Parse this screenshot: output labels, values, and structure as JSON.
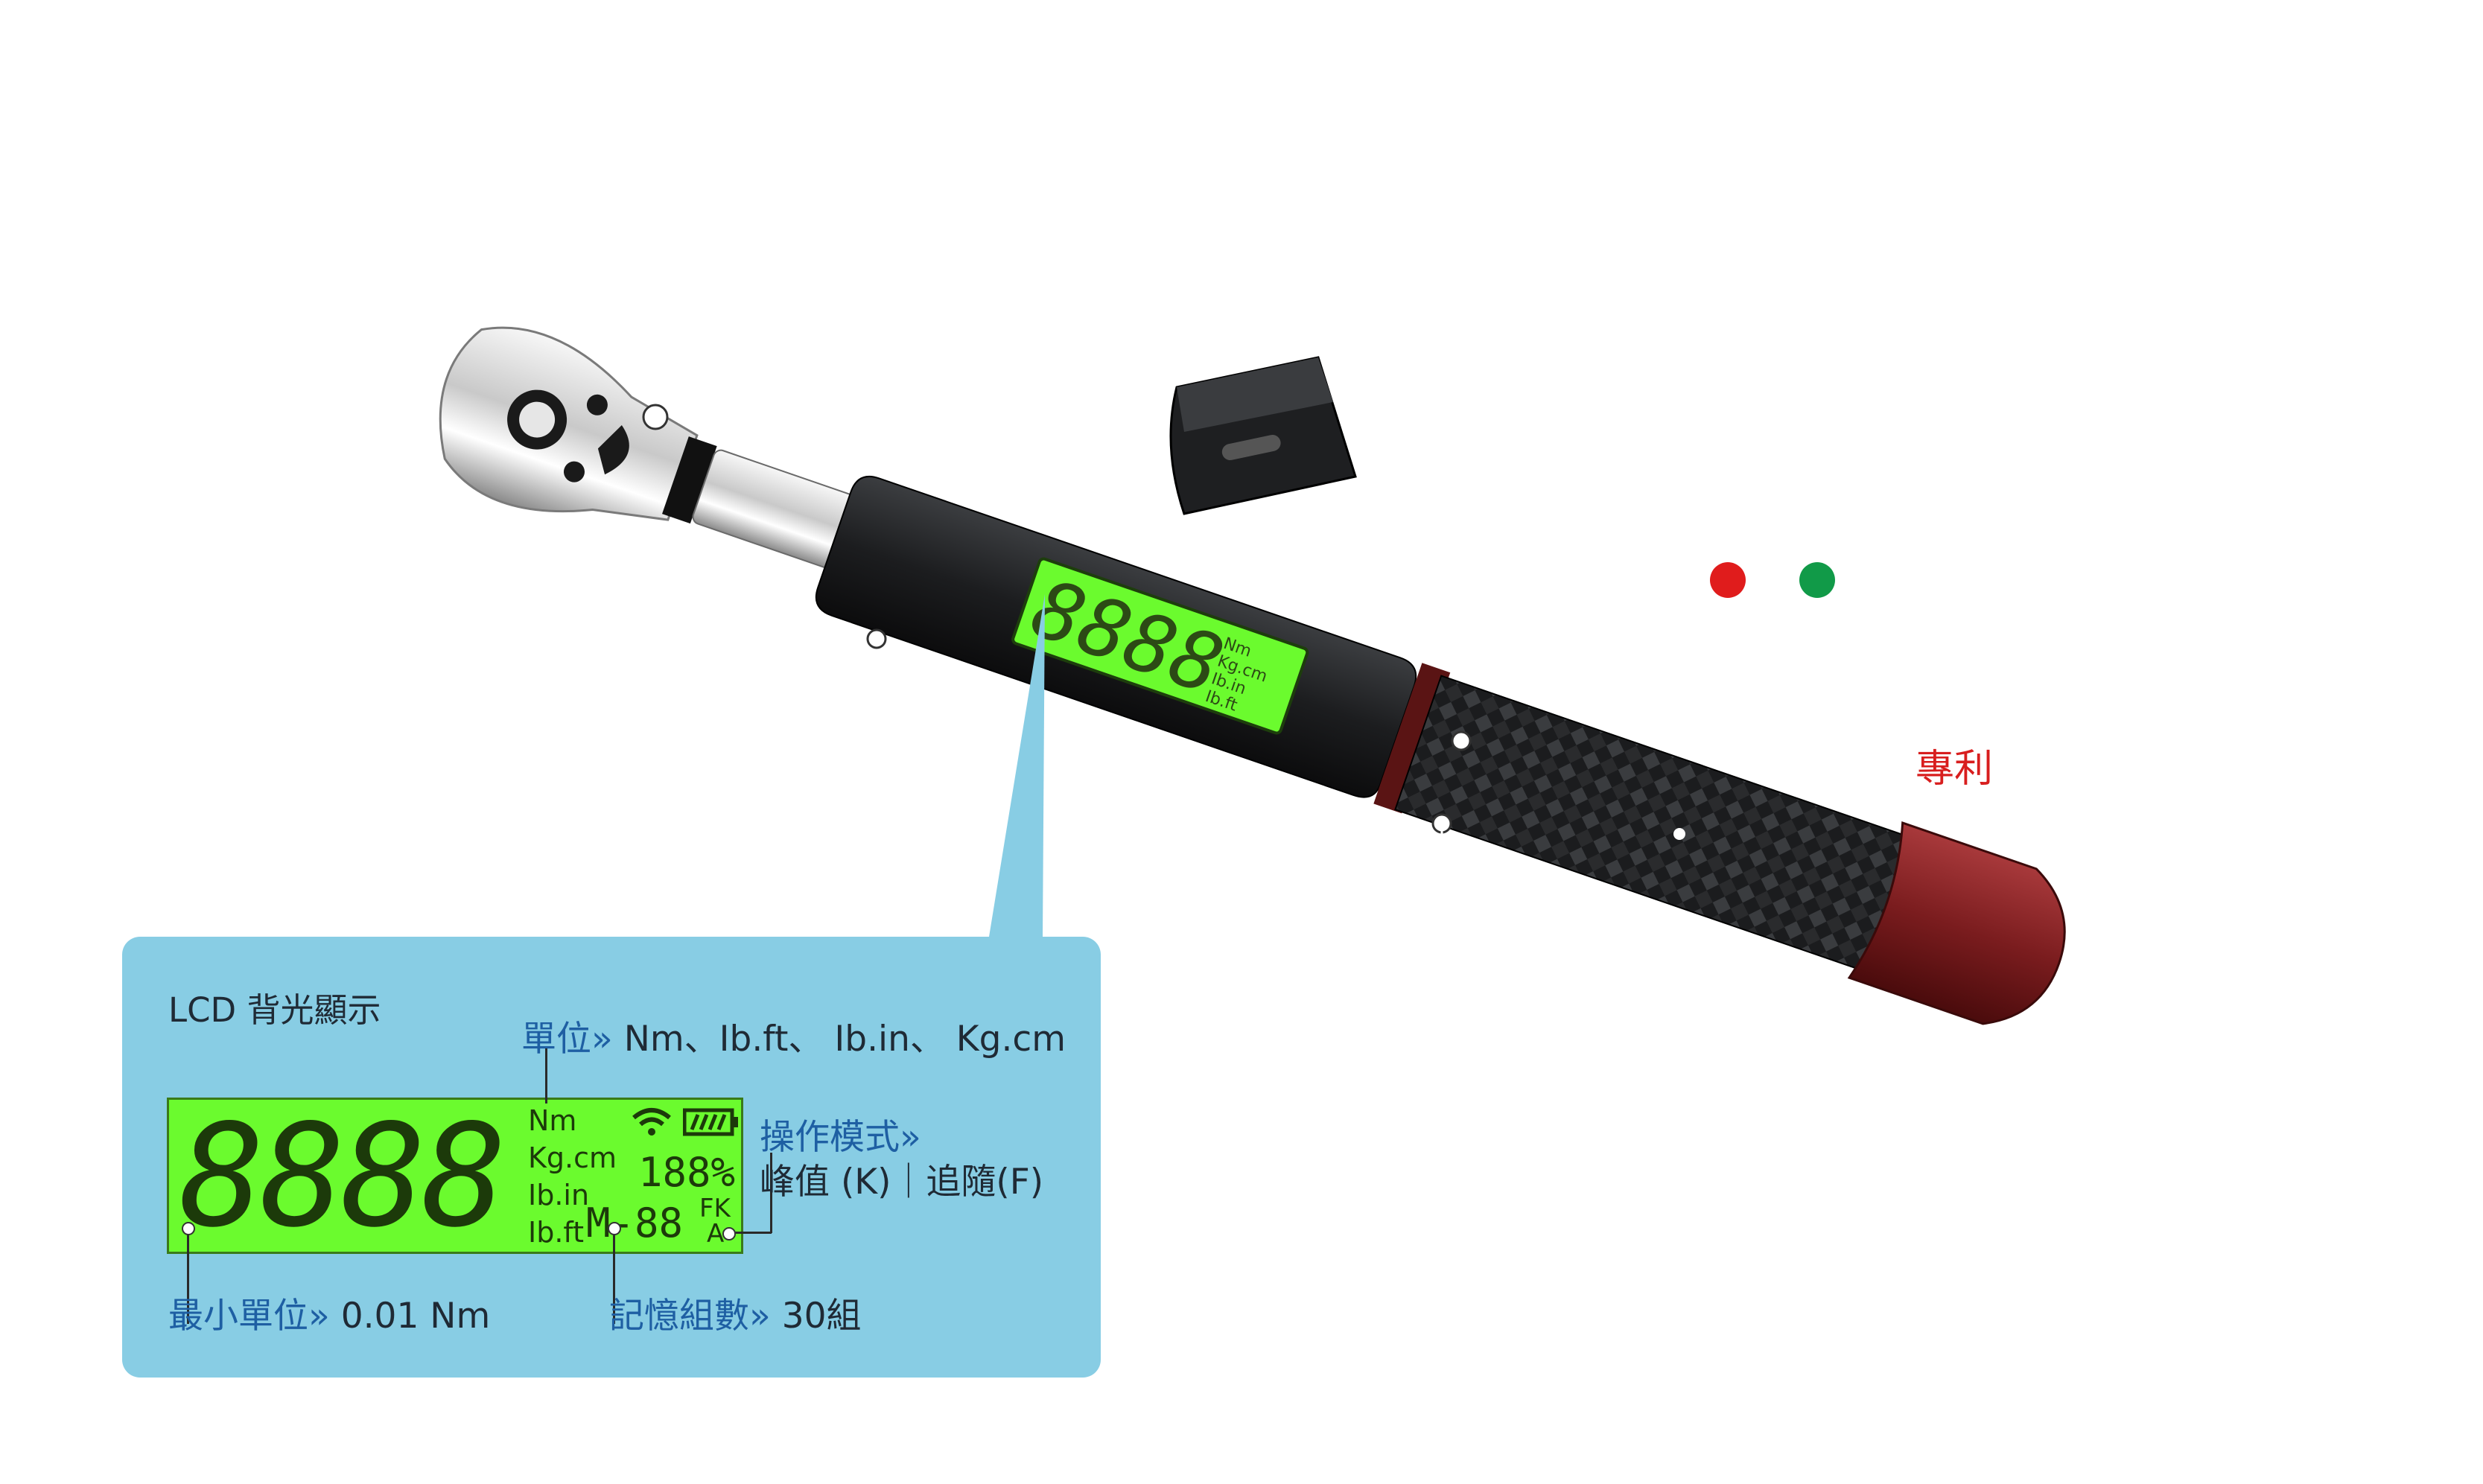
{
  "panel": {
    "title": "LCD 背光顯示",
    "units_prefix": "單位»",
    "units_text": " Nm、Ib.ft、 Ib.in、 Kg.cm",
    "mode_title": "操作模式»",
    "mode_text": "峰值 (K)｜追隨(F)",
    "resolution_prefix": "最小單位»",
    "resolution_text": " 0.01 Nm",
    "memory_prefix": "記憶組數»",
    "memory_text": " 30組"
  },
  "lcd": {
    "digits": "8888",
    "unit_nm": "Nm",
    "unit_kgcm": "Kg.cm",
    "unit_lbin": "Ib.in",
    "unit_lbft": "Ib.ft",
    "percent": "188%",
    "memory": "M-88",
    "mode_fk": "FK",
    "mode_a": "A"
  },
  "colors": {
    "red": "#e01c1c",
    "green": "#119a48",
    "lcd": "#6bfb2e",
    "panel": "#88cde4"
  },
  "patent_label": "專利"
}
